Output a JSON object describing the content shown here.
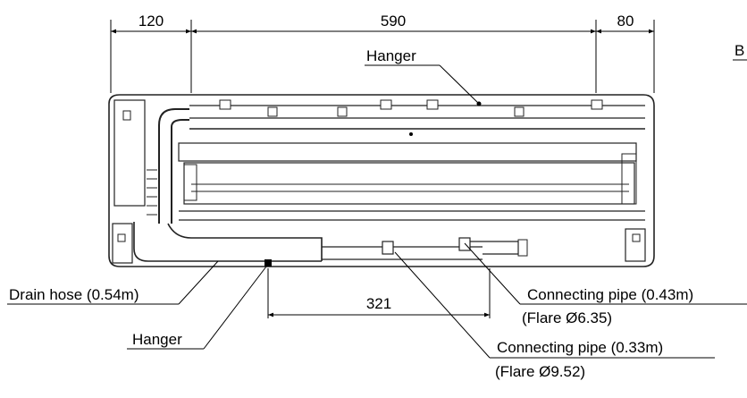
{
  "dimensions": {
    "left_width": "120",
    "center_width": "590",
    "right_width": "80",
    "pipe_spacing": "321"
  },
  "labels": {
    "hanger_top": "Hanger",
    "hanger_bottom": "Hanger",
    "drain_hose": "Drain hose (0.54m)",
    "pipe_043": "Connecting pipe (0.43m)",
    "pipe_043_flare": "(Flare Ø6.35)",
    "pipe_033": "Connecting pipe (0.33m)",
    "pipe_033_flare": "(Flare Ø9.52)",
    "edge_letter": "B"
  }
}
